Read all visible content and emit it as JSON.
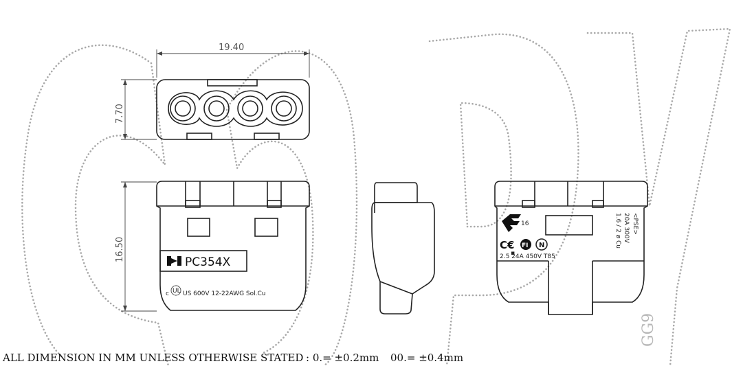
{
  "dimensions": {
    "width_label": "19.40",
    "depth_label": "7.70",
    "height_label": "16.50"
  },
  "front_view": {
    "part_number": "PC354X",
    "ul_rating": "US 600V 12-22AWG Sol.Cu",
    "ul_prefix": "c"
  },
  "back_view": {
    "vde_mark_sub": "16",
    "ce_mark": "C€",
    "rating_line": "2.5  24A 450V T85",
    "rating_mark": "▪",
    "pse_label": "<PSE>",
    "pse_rating_1": "20A 300V",
    "pse_rating_2": "1.6 / 2 ø Cu",
    "fi_mark": "FI",
    "n_mark": "N"
  },
  "watermark": {
    "side_mark": "GG9"
  },
  "footer": {
    "note": "ALL DIMENSION IN MM UNLESS OTHERWISE STATED",
    "tolerance_1": ": 0.= ±0.2mm",
    "tolerance_2": "00.= ±0.4mm"
  }
}
